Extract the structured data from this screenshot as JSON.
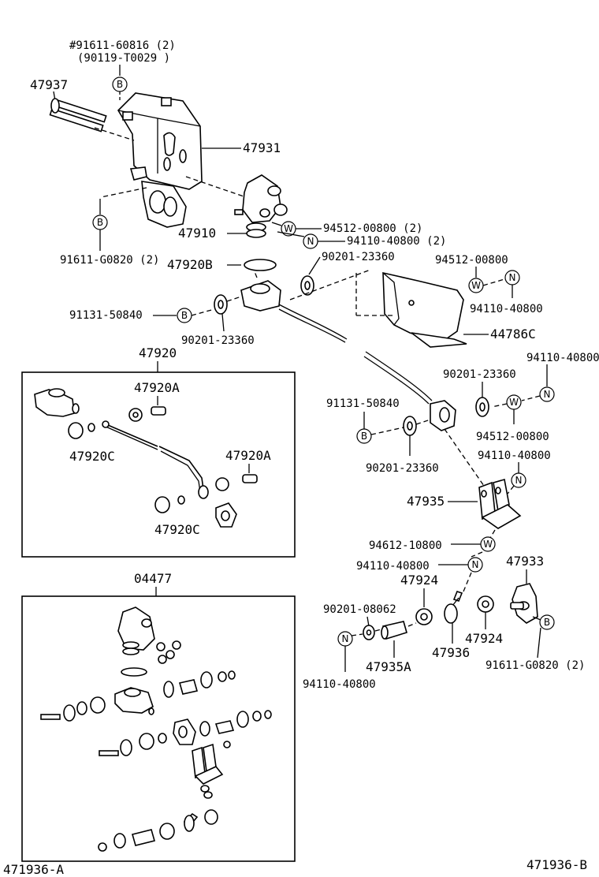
{
  "labels": {
    "note_top_a": "#91611-60816 (2)",
    "note_top_b": "(90119-T0029 )",
    "p47937": "47937",
    "p47931": "47931",
    "p47910": "47910",
    "p47920B": "47920B",
    "w_945": "94512-00800 (2)",
    "n_941": "94110-40800 (2)",
    "b_91611_g": "91611-G0820 (2)",
    "p90201_a": "90201-23360",
    "p94512_r": "94512-00800",
    "p94110_r": "94110-40800",
    "p91131_a": "91131-50840",
    "p90201_b": "90201-23360",
    "p44786C": "44786C",
    "p47920": "47920",
    "p47920A_1": "47920A",
    "p47920C_1": "47920C",
    "p47920A_2": "47920A",
    "p47920C_2": "47920C",
    "p94110_b": "94110-40800",
    "p90201_c": "90201-23360",
    "p94512_b": "94512-00800",
    "p91131_b": "91131-50840",
    "p90201_d": "90201-23360",
    "p94110_c": "94110-40800",
    "p47935": "47935",
    "p94612": "94612-10800",
    "p94110_d": "94110-40800",
    "p47933": "47933",
    "p47924_a": "47924",
    "p90201_e": "90201-08062",
    "p47924_b": "47924",
    "p47936": "47936",
    "p47935A": "47935A",
    "p91611_g2": "91611-G0820 (2)",
    "p94110_e": "94110-40800",
    "p04477": "04477",
    "footer_left": "471936-A",
    "footer_right": "471936-B"
  },
  "markers": {
    "b": "B",
    "w": "W",
    "n": "N"
  }
}
